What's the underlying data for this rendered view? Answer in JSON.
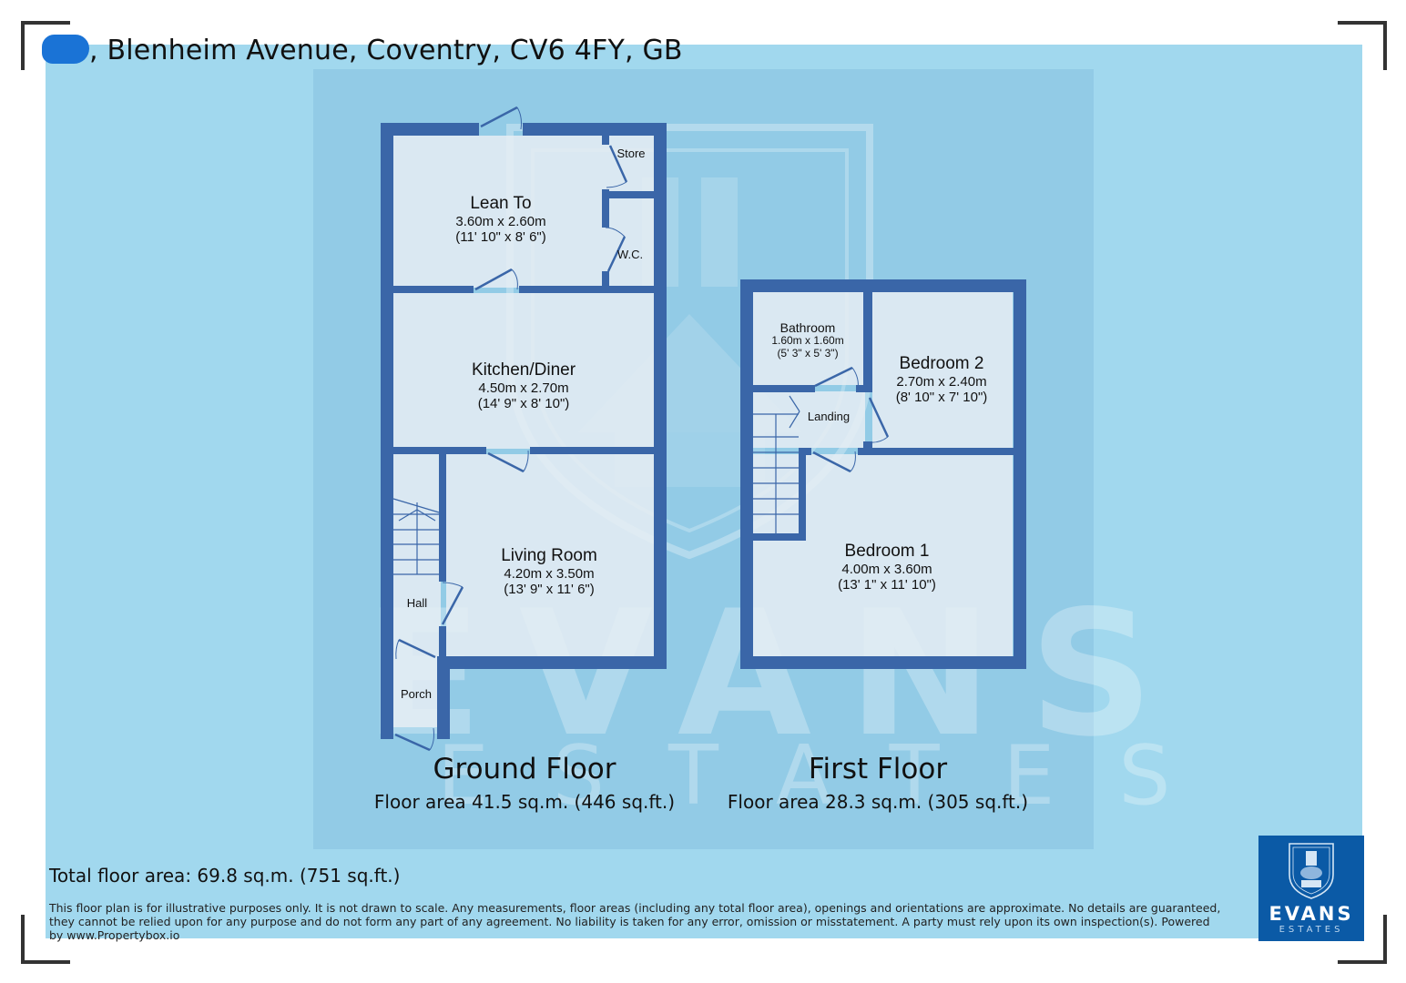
{
  "header": {
    "address": ", Blenheim Avenue, Coventry, CV6 4FY, GB"
  },
  "colors": {
    "wall": "#3a66a8",
    "room_fill": "#e6edf3",
    "outer_bg": "#a1d8ee",
    "inner_bg": "#92cbe6",
    "logo_bg": "#0b5aa6",
    "redaction": "#1a73d6"
  },
  "watermark": {
    "brand": "EVANS",
    "sub": "ESTATES"
  },
  "ground_floor": {
    "title": "Ground Floor",
    "area": "Floor area 41.5 sq.m. (446 sq.ft.)",
    "rooms": [
      {
        "name": "Lean To",
        "metric": "3.60m x 2.60m",
        "imperial": "(11' 10\" x 8' 6\")"
      },
      {
        "name": "Kitchen/Diner",
        "metric": "4.50m x 2.70m",
        "imperial": "(14' 9\" x 8' 10\")"
      },
      {
        "name": "Living Room",
        "metric": "4.20m x 3.50m",
        "imperial": "(13' 9\" x 11' 6\")"
      }
    ],
    "minor_rooms": [
      "Store",
      "W.C.",
      "Hall",
      "Porch"
    ]
  },
  "first_floor": {
    "title": "First Floor",
    "area": "Floor area 28.3 sq.m. (305 sq.ft.)",
    "rooms": [
      {
        "name": "Bathroom",
        "metric": "1.60m x 1.60m",
        "imperial": "(5' 3\" x 5' 3\")"
      },
      {
        "name": "Bedroom 2",
        "metric": "2.70m x 2.40m",
        "imperial": "(8' 10\" x 7' 10\")"
      },
      {
        "name": "Bedroom 1",
        "metric": "4.00m x 3.60m",
        "imperial": "(13' 1\" x 11' 10\")"
      }
    ],
    "minor_rooms": [
      "Landing"
    ]
  },
  "footer": {
    "total_area": "Total floor area: 69.8 sq.m. (751 sq.ft.)",
    "disclaimer": "This floor plan is for illustrative purposes only. It is not drawn to scale. Any measurements, floor areas (including any total floor area), openings and orientations are approximate. No details are guaranteed, they cannot be relied upon for any purpose and do not form any part of any agreement. No liability is taken for any error, omission or misstatement. A party must rely upon its own inspection(s). Powered by www.Propertybox.io"
  },
  "logo": {
    "brand": "EVANS",
    "sub": "ESTATES"
  }
}
